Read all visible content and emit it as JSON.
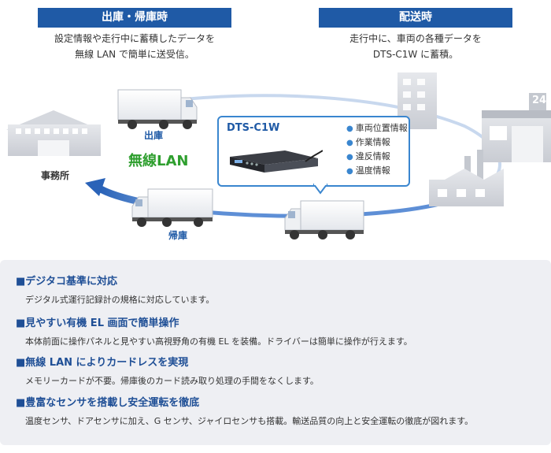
{
  "headers": {
    "left": {
      "title": "出庫・帰庫時",
      "desc_line1": "設定情報や走行中に蓄積したデータを",
      "desc_line2": "無線 LAN で簡単に送受信。"
    },
    "right": {
      "title": "配送時",
      "desc_line1": "走行中に、車両の各種データを",
      "desc_line2": "DTS-C1W に蓄積。"
    }
  },
  "diagram": {
    "office_label": "事務所",
    "departure_label": "出庫",
    "return_label": "帰庫",
    "wireless_label": "無線LAN",
    "store_sign": "24",
    "device": {
      "name": "DTS-C1W",
      "features": [
        "車両位置情報",
        "作業情報",
        "違反情報",
        "温度情報"
      ]
    },
    "colors": {
      "accent": "#1f5aa6",
      "arrow": "#2a63b8",
      "wlan": "#2f9f2f"
    }
  },
  "features": [
    {
      "title": "■デジタコ基準に対応",
      "desc": "デジタル式運行記録計の規格に対応しています。"
    },
    {
      "title": "■見やすい有機 EL 画面で簡単操作",
      "desc": "本体前面に操作パネルと見やすい高視野角の有機 EL を装備。ドライバーは簡単に操作が行えます。"
    },
    {
      "title": "■無線 LAN によりカードレスを実現",
      "desc": "メモリーカードが不要。帰庫後のカード読み取り処理の手間をなくします。"
    },
    {
      "title": "■豊富なセンサを搭載し安全運転を徹底",
      "desc": "温度センサ、ドアセンサに加え、G センサ、ジャイロセンサも搭載。輸送品質の向上と安全運転の徹底が図れます。"
    }
  ]
}
